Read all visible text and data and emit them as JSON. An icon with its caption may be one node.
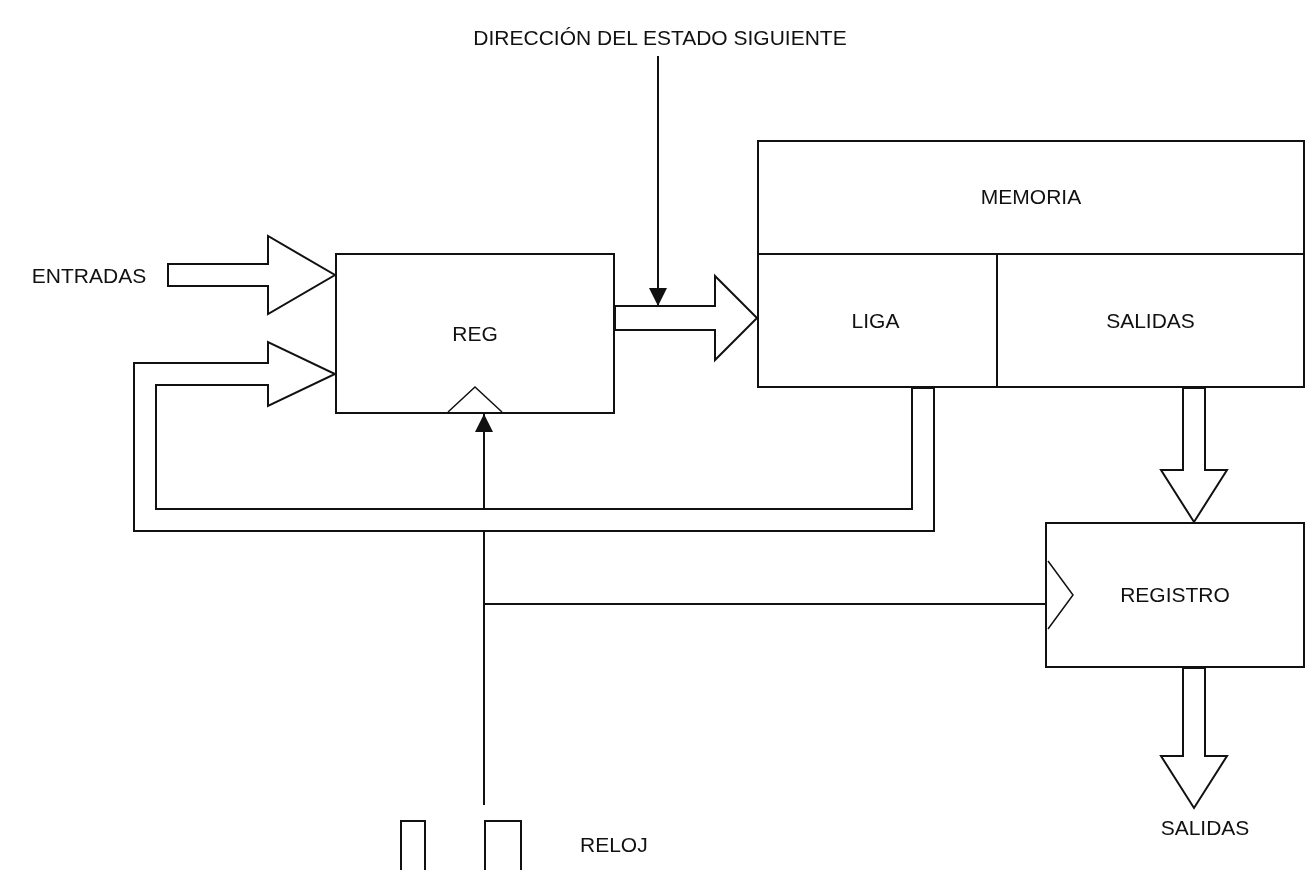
{
  "diagram": {
    "nodes": [
      {
        "text": [
          "DIRECCIÓN DEL ESTADO SIGUIENTE"
        ]
      },
      {
        "text": [
          "ENTRADAS"
        ]
      },
      {
        "text": [
          "REG"
        ]
      },
      {
        "text": [
          "MEMORIA"
        ]
      },
      {
        "text": [
          "LIGA"
        ],
        "in": 3
      },
      {
        "text": [
          "SALIDAS"
        ],
        "in": 3
      },
      {
        "text": [
          "REGISTRO"
        ]
      },
      {
        "text": [
          "SALIDAS"
        ]
      },
      {
        "text": [
          "RELOJ"
        ]
      }
    ],
    "edges": [
      {
        "from": 0,
        "to": null,
        "arrow": "to"
      },
      {
        "from": 1,
        "to": 2,
        "arrow": "to"
      },
      {
        "from": 4,
        "to": 2,
        "arrow": "to"
      },
      {
        "from": 2,
        "to": 3,
        "arrow": "to"
      },
      {
        "from": 5,
        "to": 6,
        "arrow": "to"
      },
      {
        "from": 6,
        "to": 7,
        "arrow": "to"
      },
      {
        "from": 8,
        "to": 2,
        "arrow": "to"
      },
      {
        "from": 8,
        "to": 6,
        "arrow": "none"
      }
    ]
  }
}
